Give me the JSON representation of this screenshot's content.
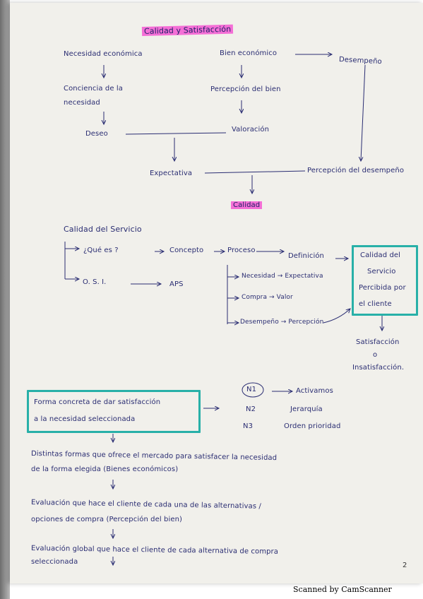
{
  "title": "Calidad y Satisfacción",
  "top": {
    "necesidad": "Necesidad económica",
    "bien": "Bien económico",
    "desempeno": "Desempeño",
    "conciencia_1": "Conciencia de la",
    "conciencia_2": "necesidad",
    "percepcion_bien": "Percepción del bien",
    "deseo": "Deseo",
    "valoracion": "Valoración",
    "expectativa": "Expectativa",
    "percepcion_desempeno": "Percepción del desempeño",
    "calidad": "Calidad"
  },
  "middle": {
    "calidad_servicio": "Calidad del Servicio",
    "que_es": "¿Qué es ?",
    "concepto": "Concepto",
    "proceso": "Proceso",
    "definicion": "Definición",
    "osi": "O. S. I.",
    "aps": "APS",
    "box_1": "Calidad del",
    "box_2": "Servicio",
    "box_3": "Percibida por",
    "box_4": "el cliente",
    "nec_exp": "Necesidad → Expectativa",
    "compra_valor": "Compra → Valor",
    "desemp_perc": "Desempeño → Percepción",
    "satisfaccion": "Satisfacción",
    "o": "o",
    "insatisfaccion": "Insatisfacción."
  },
  "lower": {
    "forma_1": "Forma concreta de dar satisfacción",
    "forma_2": "a la necesidad seleccionada",
    "n1": "N1",
    "n2": "N2",
    "n3": "N3",
    "activamos": "Activamos",
    "jerarquia": "Jerarquía",
    "orden": "Orden prioridad",
    "line1": "Distintas formas que ofrece el mercado para satisfacer la necesidad",
    "line2": "de la forma elegida (Bienes económicos)",
    "line3": "Evaluación que hace el cliente de cada una de las alternativas /",
    "line4": "opciones de compra (Percepción del bien)",
    "line5": "Evaluación global que hace el cliente de cada alternativa de compra",
    "line6": "seleccionada"
  },
  "page_number": "2",
  "footer": "Scanned by CamScanner"
}
